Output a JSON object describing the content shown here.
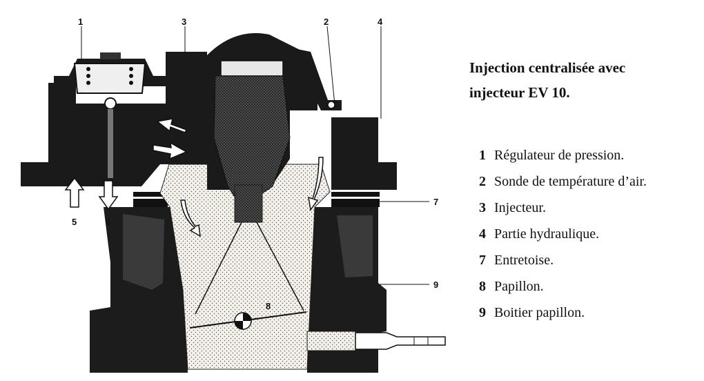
{
  "caption": {
    "line1": "Injection centralisée avec",
    "line2": "injecteur EV 10."
  },
  "legend": [
    {
      "num": "1",
      "text": "Régulateur de pression."
    },
    {
      "num": "2",
      "text": "Sonde de température d’air."
    },
    {
      "num": "3",
      "text": "Injecteur."
    },
    {
      "num": "4",
      "text": "Partie hydraulique."
    },
    {
      "num": "7",
      "text": "Entretoise."
    },
    {
      "num": "8",
      "text": "Papillon."
    },
    {
      "num": "9",
      "text": "Boitier papillon."
    }
  ],
  "callouts": {
    "c1": "1",
    "c2": "2",
    "c3": "3",
    "c4": "4",
    "c5": "5",
    "c6": "6",
    "c7": "7",
    "c8": "8",
    "c9": "9"
  }
}
